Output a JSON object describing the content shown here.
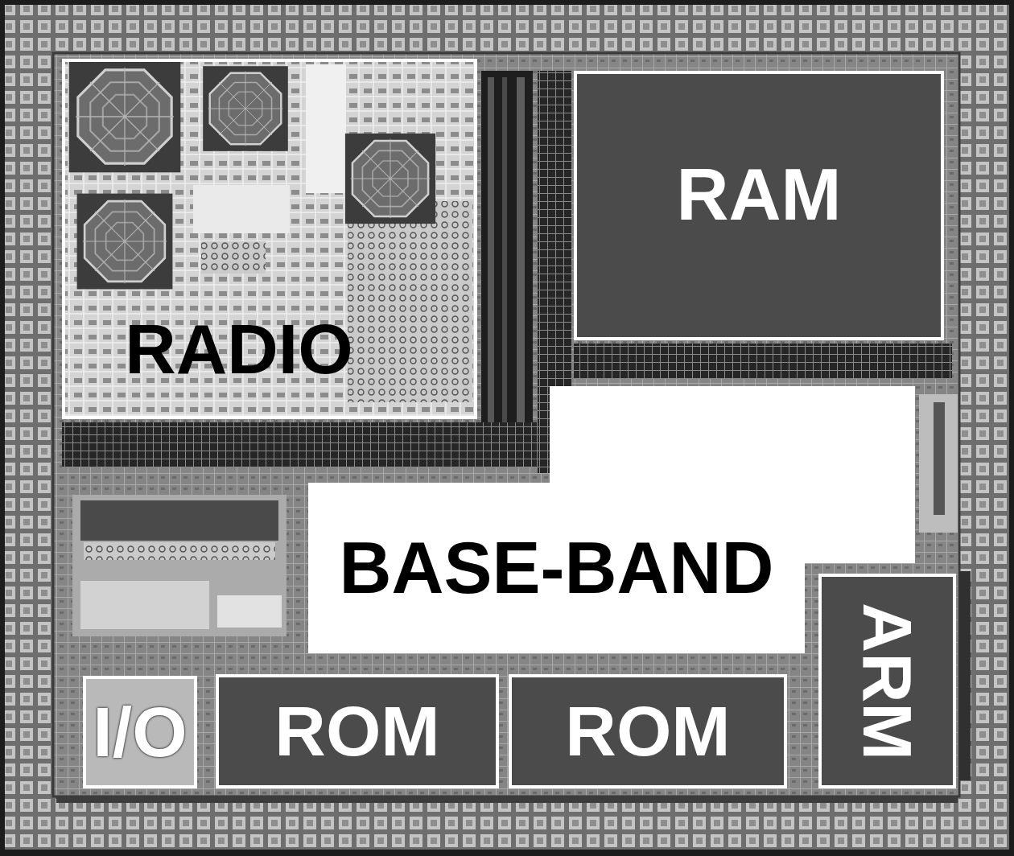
{
  "diagram": {
    "nodes": [
      {
        "text": [
          "RADIO"
        ]
      },
      {
        "text": [
          "RAM"
        ]
      },
      {
        "text": [
          "BASE-BAND"
        ]
      },
      {
        "text": [
          "ARM"
        ]
      },
      {
        "text": [
          "I/O"
        ]
      },
      {
        "text": [
          "ROM"
        ]
      },
      {
        "text": [
          "ROM"
        ]
      }
    ]
  }
}
